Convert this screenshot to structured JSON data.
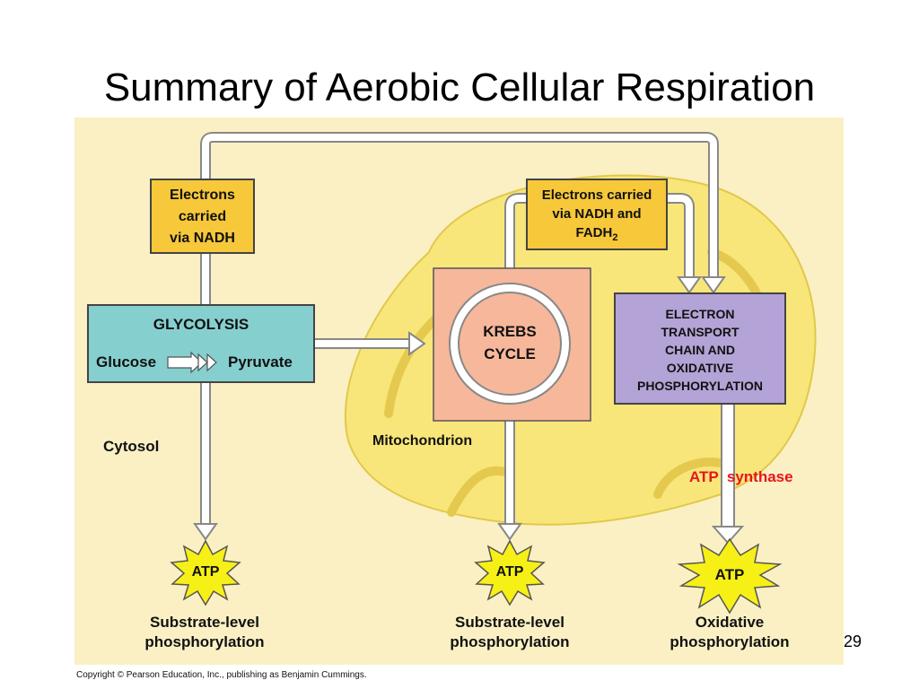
{
  "slide": {
    "title": "Summary of Aerobic Cellular Respiration",
    "page_number": "29",
    "copyright": "Copyright © Pearson Education, Inc., publishing as Benjamin Cummings."
  },
  "diagram": {
    "electrons_nadh": [
      "Electrons",
      "carried",
      "via NADH"
    ],
    "electrons_nadh_fadh2": [
      "Electrons carried",
      "via NADH and",
      "FADH",
      "2"
    ],
    "glycolysis": {
      "title": "GLYCOLYSIS",
      "glucose": "Glucose",
      "pyruvate": "Pyruvate"
    },
    "krebs": [
      "KREBS",
      "CYCLE"
    ],
    "etc": [
      "ELECTRON",
      "TRANSPORT",
      "CHAIN AND",
      "OXIDATIVE",
      "PHOSPHORYLATION"
    ],
    "cytosol": "Cytosol",
    "mitochondrion": "Mitochondrion",
    "atp_synthase": "ATP  synthase",
    "atp": "ATP",
    "outputs": [
      [
        "Substrate-level",
        "phosphorylation"
      ],
      [
        "Substrate-level",
        "phosphorylation"
      ],
      [
        "Oxidative",
        "phosphorylation"
      ]
    ]
  },
  "colors": {
    "background": "#fbf0c4",
    "mitochondrion": "#f8e67a",
    "electron_box": "#f6c83a",
    "glycolysis_box": "#86cfcf",
    "krebs_box": "#f7b79a",
    "etc_box": "#b4a3d6",
    "atp_burst": "#f6f016",
    "atp_synthase_text": "#e8141c"
  }
}
